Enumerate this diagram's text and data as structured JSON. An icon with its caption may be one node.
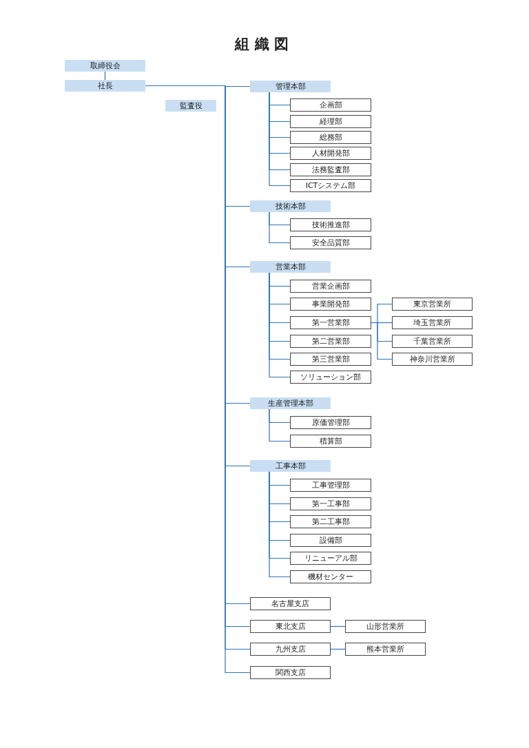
{
  "diagram": {
    "title": "組織図",
    "nodes": [
      {
        "text": [
          "取締役会"
        ]
      },
      {
        "text": [
          "社長"
        ]
      },
      {
        "text": [
          "監査役"
        ]
      },
      {
        "text": [
          "管理本部"
        ]
      },
      {
        "text": [
          "企画部"
        ]
      },
      {
        "text": [
          "経理部"
        ]
      },
      {
        "text": [
          "総務部"
        ]
      },
      {
        "text": [
          "人材開発部"
        ]
      },
      {
        "text": [
          "法務監査部"
        ]
      },
      {
        "text": [
          "ICTシステム部"
        ]
      },
      {
        "text": [
          "技術本部"
        ]
      },
      {
        "text": [
          "技術推進部"
        ]
      },
      {
        "text": [
          "安全品質部"
        ]
      },
      {
        "text": [
          "営業本部"
        ]
      },
      {
        "text": [
          "営業企画部"
        ]
      },
      {
        "text": [
          "事業開発部"
        ]
      },
      {
        "text": [
          "東京営業所"
        ]
      },
      {
        "text": [
          "第一営業部"
        ]
      },
      {
        "text": [
          "埼玉営業所"
        ]
      },
      {
        "text": [
          "第二営業部"
        ]
      },
      {
        "text": [
          "千葉営業所"
        ]
      },
      {
        "text": [
          "第三営業部"
        ]
      },
      {
        "text": [
          "神奈川営業所"
        ]
      },
      {
        "text": [
          "ソリューション部"
        ]
      },
      {
        "text": [
          "生産管理本部"
        ]
      },
      {
        "text": [
          "原価管理部"
        ]
      },
      {
        "text": [
          "積算部"
        ]
      },
      {
        "text": [
          "工事本部"
        ]
      },
      {
        "text": [
          "工事管理部"
        ]
      },
      {
        "text": [
          "第一工事部"
        ]
      },
      {
        "text": [
          "第二工事部"
        ]
      },
      {
        "text": [
          "設備部"
        ]
      },
      {
        "text": [
          "リニューアル部"
        ]
      },
      {
        "text": [
          "機材センター"
        ]
      },
      {
        "text": [
          "名古屋支店"
        ]
      },
      {
        "text": [
          "東北支店"
        ]
      },
      {
        "text": [
          "山形営業所"
        ]
      },
      {
        "text": [
          "九州支店"
        ]
      },
      {
        "text": [
          "熊本営業所"
        ]
      },
      {
        "text": [
          "関西支店"
        ]
      }
    ],
    "edges": [
      {
        "from": 0,
        "to": 1,
        "arrow": "none"
      },
      {
        "from": 1,
        "to": 3,
        "arrow": "none"
      },
      {
        "from": 1,
        "to": 10,
        "arrow": "none"
      },
      {
        "from": 1,
        "to": 13,
        "arrow": "none"
      },
      {
        "from": 1,
        "to": 24,
        "arrow": "none"
      },
      {
        "from": 1,
        "to": 27,
        "arrow": "none"
      },
      {
        "from": 1,
        "to": 34,
        "arrow": "none"
      },
      {
        "from": 1,
        "to": 35,
        "arrow": "none"
      },
      {
        "from": 1,
        "to": 37,
        "arrow": "none"
      },
      {
        "from": 1,
        "to": 39,
        "arrow": "none"
      },
      {
        "from": 3,
        "to": 4,
        "arrow": "none"
      },
      {
        "from": 3,
        "to": 5,
        "arrow": "none"
      },
      {
        "from": 3,
        "to": 6,
        "arrow": "none"
      },
      {
        "from": 3,
        "to": 7,
        "arrow": "none"
      },
      {
        "from": 3,
        "to": 8,
        "arrow": "none"
      },
      {
        "from": 3,
        "to": 9,
        "arrow": "none"
      },
      {
        "from": 10,
        "to": 11,
        "arrow": "none"
      },
      {
        "from": 10,
        "to": 12,
        "arrow": "none"
      },
      {
        "from": 13,
        "to": 14,
        "arrow": "none"
      },
      {
        "from": 13,
        "to": 15,
        "arrow": "none"
      },
      {
        "from": 13,
        "to": 17,
        "arrow": "none"
      },
      {
        "from": 13,
        "to": 19,
        "arrow": "none"
      },
      {
        "from": 13,
        "to": 21,
        "arrow": "none"
      },
      {
        "from": 13,
        "to": 23,
        "arrow": "none"
      },
      {
        "from": 17,
        "to": 16,
        "arrow": "none"
      },
      {
        "from": 17,
        "to": 18,
        "arrow": "none"
      },
      {
        "from": 17,
        "to": 20,
        "arrow": "none"
      },
      {
        "from": 17,
        "to": 22,
        "arrow": "none"
      },
      {
        "from": 24,
        "to": 25,
        "arrow": "none"
      },
      {
        "from": 24,
        "to": 26,
        "arrow": "none"
      },
      {
        "from": 27,
        "to": 28,
        "arrow": "none"
      },
      {
        "from": 27,
        "to": 29,
        "arrow": "none"
      },
      {
        "from": 27,
        "to": 30,
        "arrow": "none"
      },
      {
        "from": 27,
        "to": 31,
        "arrow": "none"
      },
      {
        "from": 27,
        "to": 32,
        "arrow": "none"
      },
      {
        "from": 27,
        "to": 33,
        "arrow": "none"
      },
      {
        "from": 35,
        "to": 36,
        "arrow": "none"
      },
      {
        "from": 37,
        "to": 38,
        "arrow": "none"
      }
    ]
  }
}
